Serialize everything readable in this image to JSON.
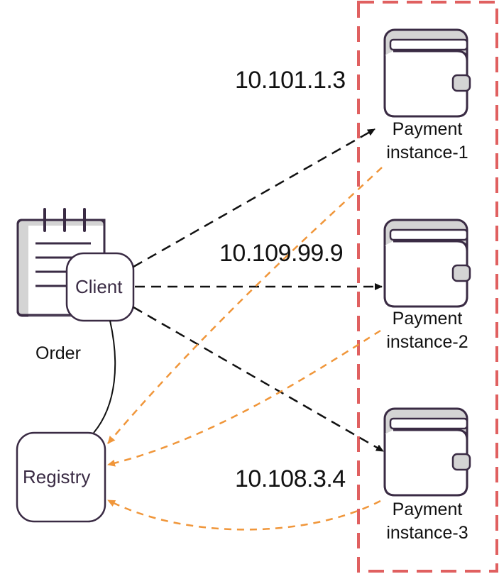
{
  "client": {
    "label": "Client"
  },
  "order": {
    "label": "Order"
  },
  "registry": {
    "label": "Registry"
  },
  "instances": [
    {
      "ip": "10.101.1.3",
      "name_line1": "Payment",
      "name_line2": "instance-1"
    },
    {
      "ip": "10.109.99.9",
      "name_line1": "Payment",
      "name_line2": "instance-2"
    },
    {
      "ip": "10.108.3.4",
      "name_line1": "Payment",
      "name_line2": "instance-3"
    }
  ],
  "colors": {
    "request_arrow": "#111111",
    "registration_arrow": "#f0963a",
    "instance_group_border": "#e06060",
    "icon_outline": "#3a2b44",
    "icon_fill": "#d4d4d4"
  },
  "icons": {
    "order": "notepad-icon",
    "payment": "wallet-icon"
  }
}
